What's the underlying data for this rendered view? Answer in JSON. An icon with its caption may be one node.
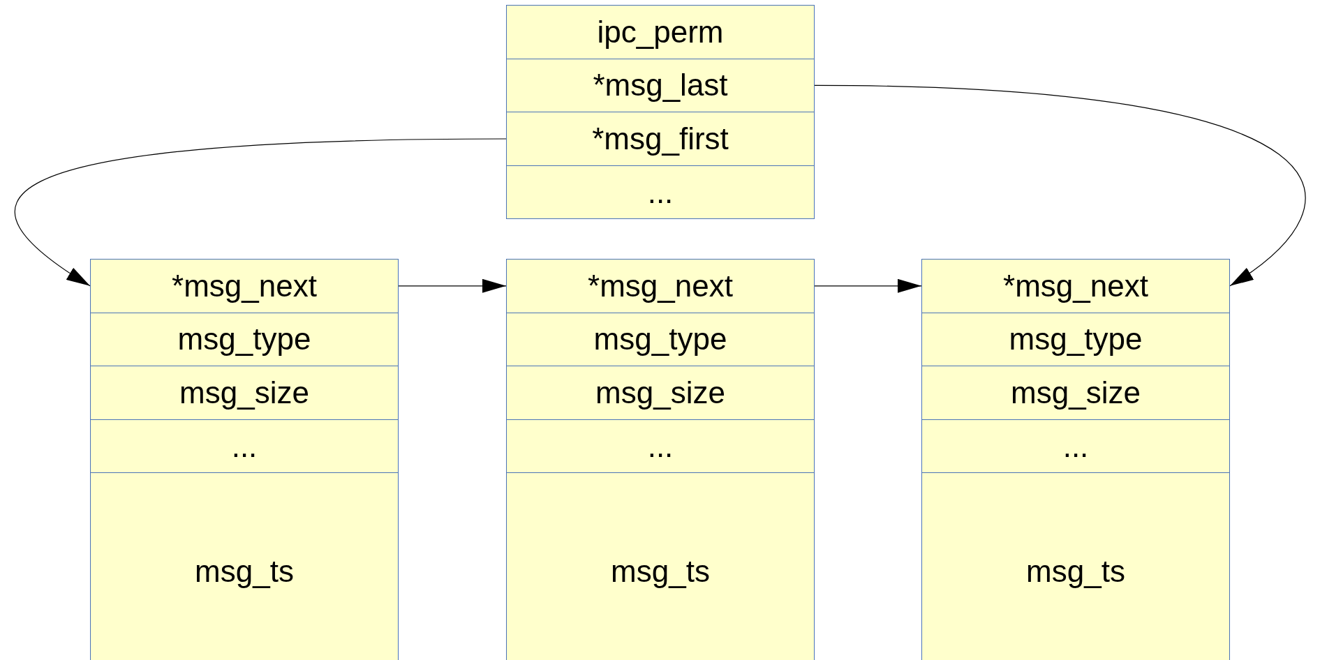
{
  "diagram": {
    "nodes": [
      {
        "text": [
          "ipc_perm"
        ]
      },
      {
        "text": [
          "*msg_last"
        ]
      },
      {
        "text": [
          "*msg_first"
        ]
      },
      {
        "text": [
          "..."
        ]
      },
      {
        "text": [
          "*msg_next"
        ]
      },
      {
        "text": [
          "msg_type"
        ]
      },
      {
        "text": [
          "msg_size"
        ]
      },
      {
        "text": [
          "..."
        ]
      },
      {
        "text": [
          "msg_ts"
        ]
      },
      {
        "text": [
          "*msg_next"
        ]
      },
      {
        "text": [
          "msg_type"
        ]
      },
      {
        "text": [
          "msg_size"
        ]
      },
      {
        "text": [
          "..."
        ]
      },
      {
        "text": [
          "msg_ts"
        ]
      },
      {
        "text": [
          "*msg_next"
        ]
      },
      {
        "text": [
          "msg_type"
        ]
      },
      {
        "text": [
          "msg_size"
        ]
      },
      {
        "text": [
          "..."
        ]
      },
      {
        "text": [
          "msg_ts"
        ]
      }
    ],
    "edges": [
      {
        "from": 2,
        "to": 4,
        "arrow": "to"
      },
      {
        "from": 1,
        "to": 14,
        "arrow": "to"
      },
      {
        "from": 4,
        "to": 9,
        "arrow": "to"
      },
      {
        "from": 9,
        "to": 14,
        "arrow": "to"
      }
    ]
  }
}
